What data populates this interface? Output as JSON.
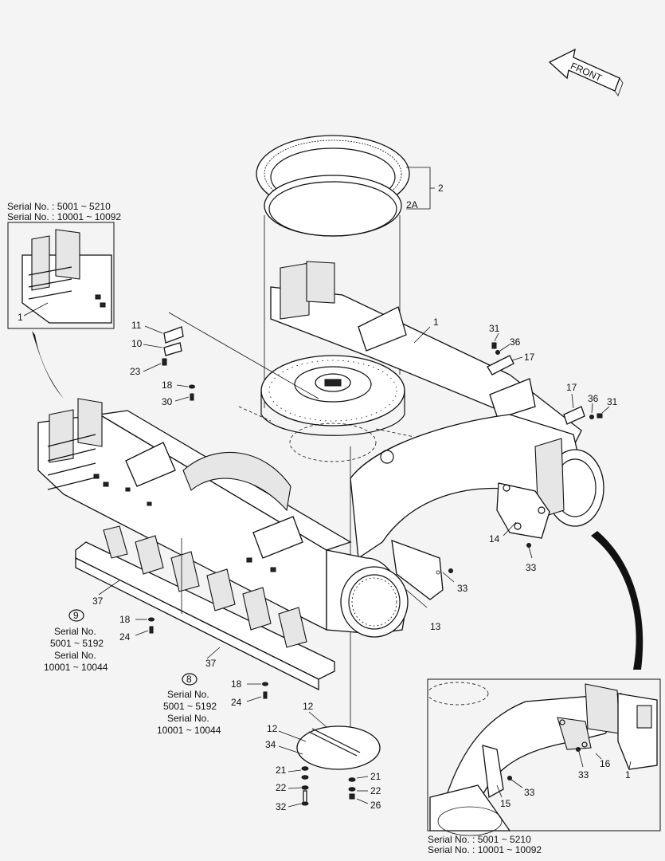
{
  "orientation_arrow": {
    "label": "FRONT"
  },
  "serial_notes": {
    "top_left": [
      "Serial No. : 5001 ~ 5210",
      "Serial No. : 10001 ~ 10092"
    ],
    "bottom_right": [
      "Serial No. : 5001 ~ 5210",
      "Serial No. : 10001 ~ 10092"
    ],
    "variant_9": {
      "symbol": "9",
      "lines": [
        "Serial No.",
        "5001 ~ 5192",
        "Serial No.",
        "10001 ~ 10044"
      ]
    },
    "variant_8": {
      "symbol": "8",
      "lines": [
        "Serial No.",
        "5001 ~ 5192",
        "Serial No.",
        "10001 ~ 10044"
      ]
    }
  },
  "callouts": {
    "c2": "2",
    "c2A": "2A",
    "c1_inset": "1",
    "c1_main": "1",
    "c1_inset_br": "1",
    "c11": "11",
    "c10": "10",
    "c23": "23",
    "c18_top": "18",
    "c30": "30",
    "c31_a": "31",
    "c36_a": "36",
    "c17_a": "17",
    "c17_b": "17",
    "c36_b": "36",
    "c31_b": "31",
    "c14": "14",
    "c33_a": "33",
    "c33_b": "33",
    "c13": "13",
    "c37_a": "37",
    "c18_mid": "18",
    "c24_mid": "24",
    "c37_b": "37",
    "c18_low": "18",
    "c24_low": "24",
    "c12_a": "12",
    "c12_b": "12",
    "c34": "34",
    "c21_a": "21",
    "c22_a": "22",
    "c32": "32",
    "c21_b": "21",
    "c22_b": "22",
    "c26": "26",
    "c33_c": "33",
    "c16": "16",
    "c15": "15",
    "c33_d": "33"
  }
}
